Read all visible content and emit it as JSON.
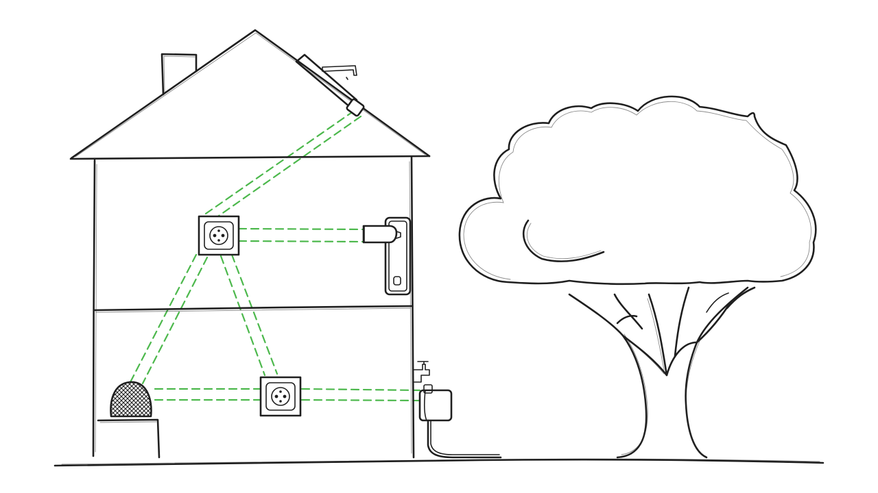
{
  "scene": {
    "colors": {
      "ink": "#1f1f1f",
      "connection": "#4cb84c",
      "background": "#ffffff"
    },
    "devices": [
      {
        "id": "roof-sensor",
        "icon": "roof-sensor-icon"
      },
      {
        "id": "upper-socket",
        "icon": "smart-plug-icon"
      },
      {
        "id": "lower-socket",
        "icon": "smart-plug-icon"
      },
      {
        "id": "door-lock",
        "icon": "smart-lock-icon"
      },
      {
        "id": "smart-speaker",
        "icon": "smart-speaker-icon"
      },
      {
        "id": "water-controller",
        "icon": "water-valve-icon"
      }
    ],
    "connections": [
      {
        "from": "roof-sensor",
        "to": "upper-socket"
      },
      {
        "from": "upper-socket",
        "to": "door-lock"
      },
      {
        "from": "upper-socket",
        "to": "smart-speaker"
      },
      {
        "from": "upper-socket",
        "to": "lower-socket"
      },
      {
        "from": "smart-speaker",
        "to": "lower-socket"
      },
      {
        "from": "lower-socket",
        "to": "water-controller"
      }
    ]
  }
}
